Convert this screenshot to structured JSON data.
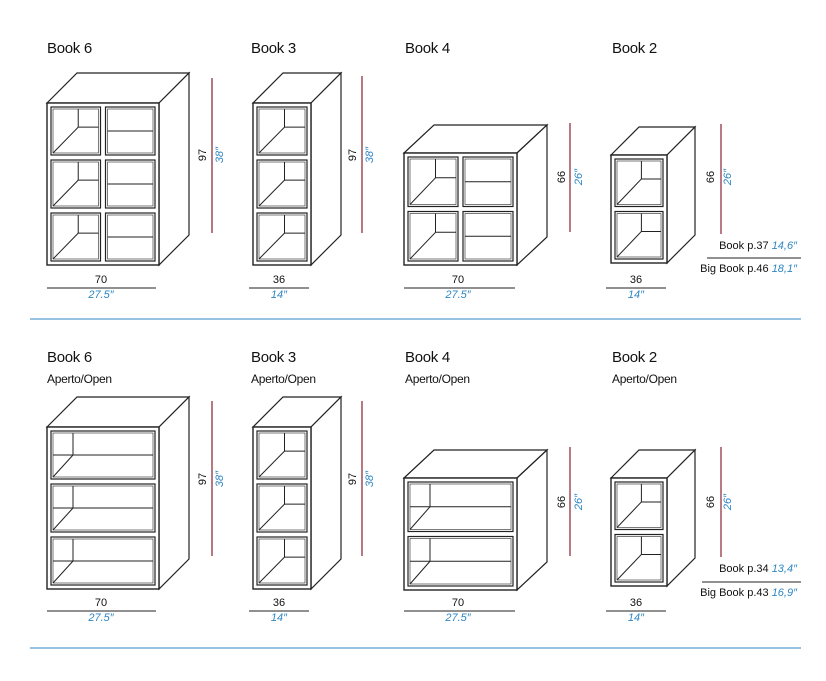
{
  "accent_color": "#2f86c4",
  "height_line_color": "#8a2030",
  "rows": [
    {
      "units": [
        {
          "name": "Book 6",
          "subtitle": "",
          "height_cm": "97",
          "height_in": "38″",
          "width_cm": "70",
          "width_in": "27.5″"
        },
        {
          "name": "Book 3",
          "subtitle": "",
          "height_cm": "97",
          "height_in": "38″",
          "width_cm": "36",
          "width_in": "14″"
        },
        {
          "name": "Book 4",
          "subtitle": "",
          "height_cm": "66",
          "height_in": "26″",
          "width_cm": "70",
          "width_in": "27.5″"
        },
        {
          "name": "Book 2",
          "subtitle": "",
          "height_cm": "66",
          "height_in": "26″",
          "width_cm": "36",
          "width_in": "14″"
        }
      ],
      "notes": [
        {
          "label": "Book p.37",
          "value": "14,6″"
        },
        {
          "label": "Big Book p.46",
          "value": "18,1″"
        }
      ]
    },
    {
      "units": [
        {
          "name": "Book 6",
          "subtitle": "Aperto/Open",
          "height_cm": "97",
          "height_in": "38″",
          "width_cm": "70",
          "width_in": "27.5″"
        },
        {
          "name": "Book 3",
          "subtitle": "Aperto/Open",
          "height_cm": "97",
          "height_in": "38″",
          "width_cm": "36",
          "width_in": "14″"
        },
        {
          "name": "Book 4",
          "subtitle": "Aperto/Open",
          "height_cm": "66",
          "height_in": "26″",
          "width_cm": "70",
          "width_in": "27.5″"
        },
        {
          "name": "Book 2",
          "subtitle": "Aperto/Open",
          "height_cm": "66",
          "height_in": "26″",
          "width_cm": "36",
          "width_in": "14″"
        }
      ],
      "notes": [
        {
          "label": "Book p.34",
          "value": "13,4″"
        },
        {
          "label": "Big Book p.43",
          "value": "16,9″"
        }
      ]
    }
  ]
}
